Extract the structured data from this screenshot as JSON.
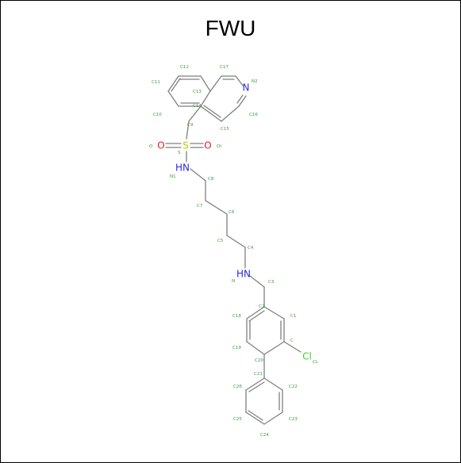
{
  "title": "FWU",
  "colors": {
    "carbon_bond": "#7f7f7f",
    "nitrogen": "#2b2bd6",
    "oxygen": "#e0201f",
    "sulfur": "#c8c800",
    "chlorine": "#3fd020",
    "atom_label": "#3c9c3c"
  },
  "hetero_atoms": {
    "n2": "N",
    "o_left": "O",
    "s": "S",
    "o_right": "O",
    "nh1": "HN",
    "nh2": "HN",
    "cl": "Cl"
  },
  "atom_labels": {
    "C12": "C12",
    "C17": "C17",
    "C11": "C11",
    "N2": "N2",
    "C13": "C13",
    "C14": "C14",
    "C10": "C10",
    "C16": "C16",
    "C9": "C9",
    "C15": "C15",
    "O": "O",
    "S": "S",
    "OI": "OI",
    "N1": "N1",
    "C8": "C8",
    "C7": "C7",
    "C6": "C6",
    "C5": "C5",
    "C4": "C4",
    "N": "N",
    "C3": "C3",
    "C2": "C2",
    "C18": "C18",
    "C1": "C1",
    "C": "C",
    "C19": "C19",
    "CL": "CL",
    "C20": "C20",
    "C21": "C21",
    "C26": "C26",
    "C22": "C22",
    "C25": "C25",
    "C23": "C23",
    "C24": "C24"
  }
}
